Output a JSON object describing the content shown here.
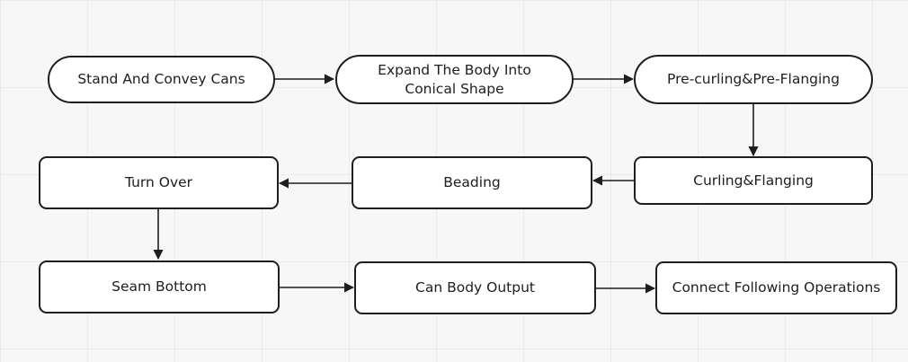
{
  "nodes": {
    "stand": {
      "label": "Stand And Convey Cans"
    },
    "expand": {
      "label": "Expand The Body Into Conical Shape"
    },
    "precurl": {
      "label": "Pre-curling&Pre-Flanging"
    },
    "curling": {
      "label": "Curling&Flanging"
    },
    "beading": {
      "label": "Beading"
    },
    "turn": {
      "label": "Turn Over"
    },
    "seam": {
      "label": "Seam Bottom"
    },
    "output": {
      "label": "Can Body Output"
    },
    "connect": {
      "label": "Connect Following Operations"
    }
  },
  "edges": [
    {
      "from": "stand",
      "to": "expand"
    },
    {
      "from": "expand",
      "to": "precurl"
    },
    {
      "from": "precurl",
      "to": "curling"
    },
    {
      "from": "curling",
      "to": "beading"
    },
    {
      "from": "beading",
      "to": "turn"
    },
    {
      "from": "turn",
      "to": "seam"
    },
    {
      "from": "seam",
      "to": "output"
    },
    {
      "from": "output",
      "to": "connect"
    }
  ],
  "colors": {
    "stroke": "#1e1e1e",
    "node_fill": "#ffffff",
    "background": "#f7f7f7",
    "grid": "#ebebeb"
  }
}
